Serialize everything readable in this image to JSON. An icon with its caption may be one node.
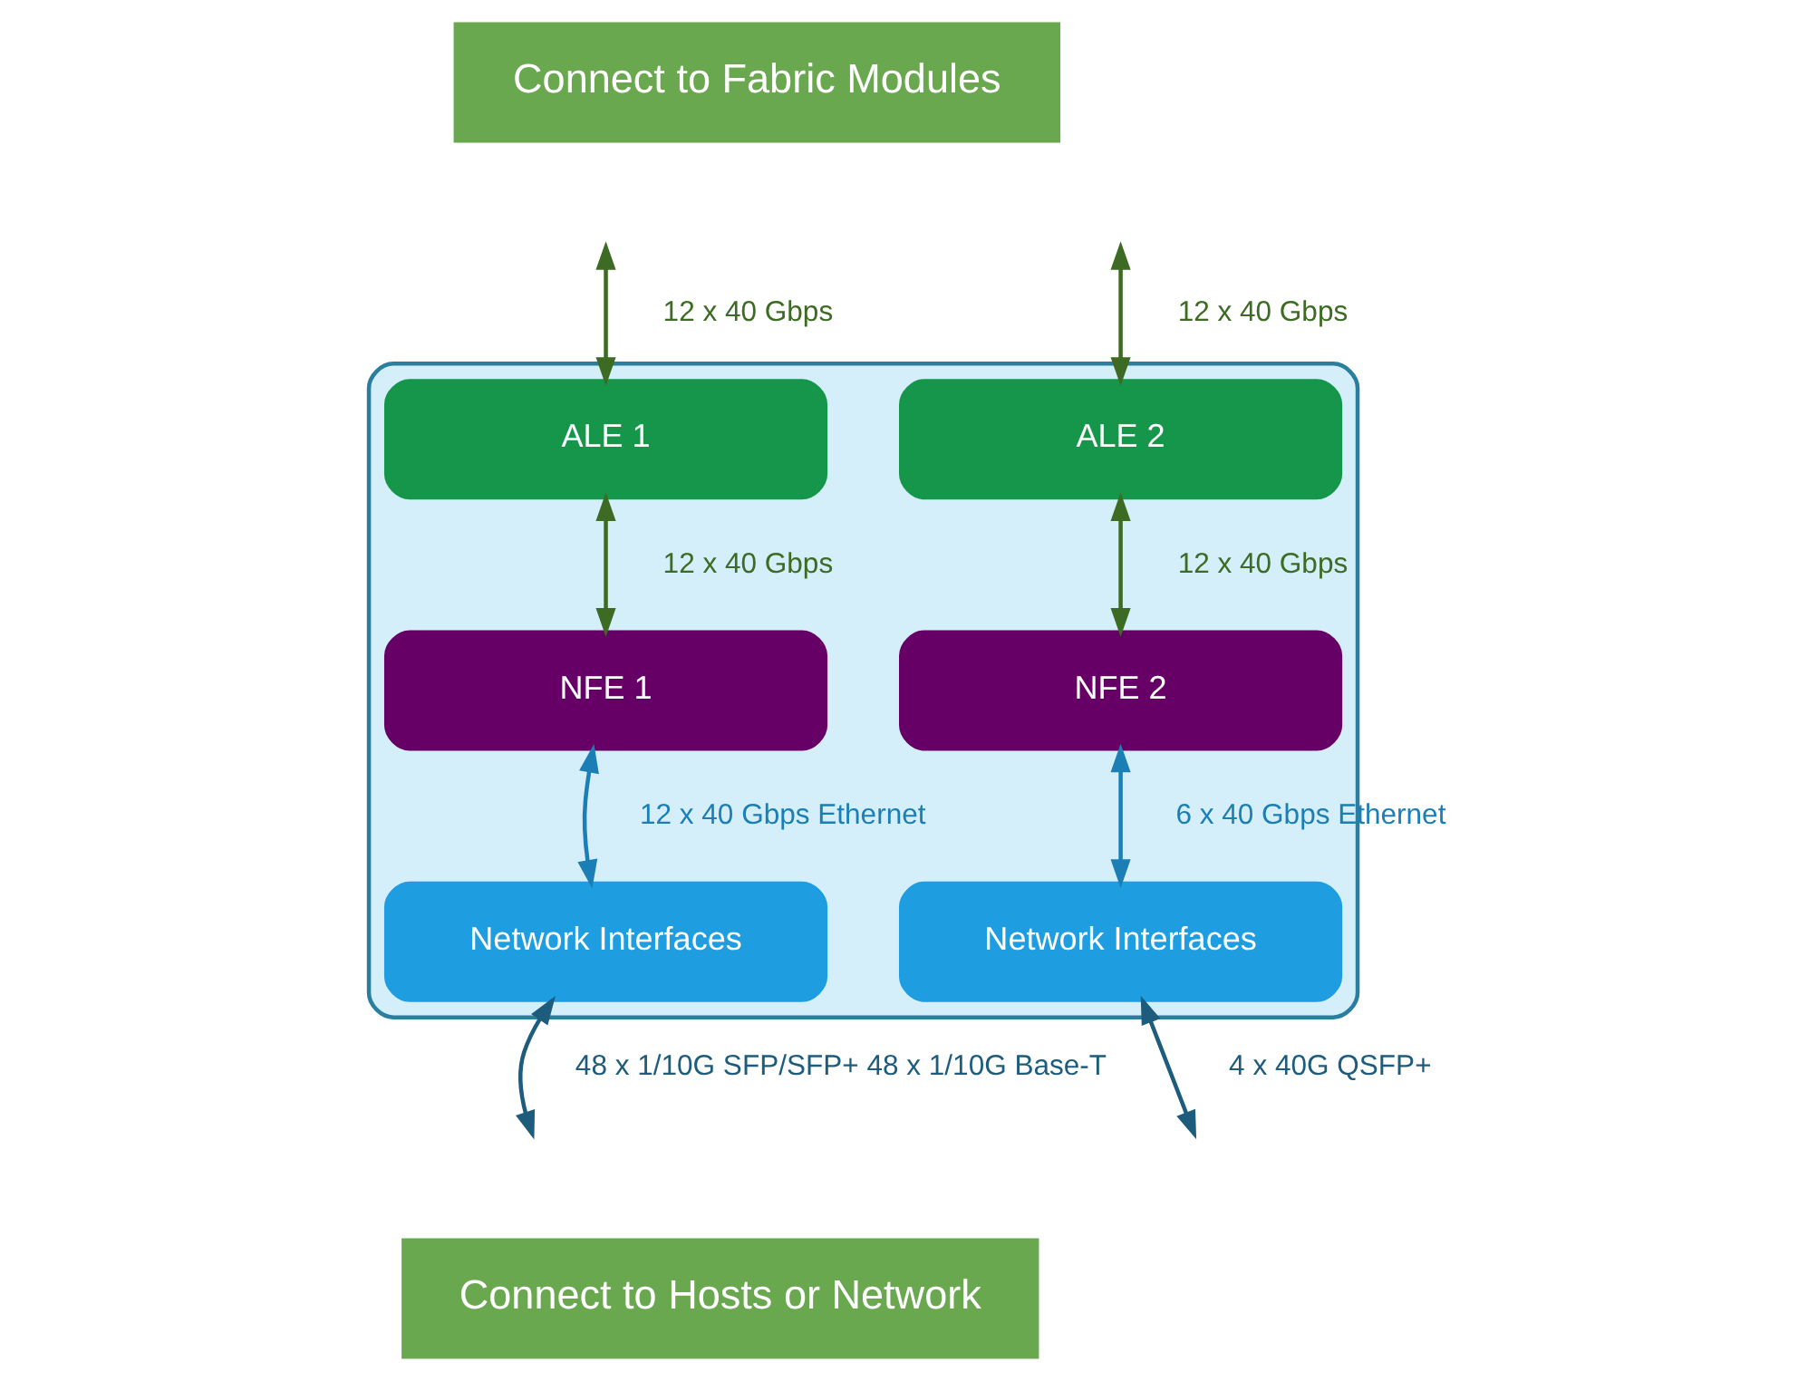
{
  "diagram": {
    "nodes": [
      {
        "text": [
          "Connect to Fabric Modules"
        ]
      },
      {
        "text": [],
        "shape": "box"
      },
      {
        "text": [
          "ALE 1"
        ],
        "in": 1
      },
      {
        "text": [
          "ALE 2"
        ],
        "in": 1
      },
      {
        "text": [
          "NFE 1"
        ],
        "in": 1
      },
      {
        "text": [
          "NFE 2"
        ],
        "in": 1
      },
      {
        "text": [
          "Network Interfaces"
        ],
        "in": 1
      },
      {
        "text": [
          "Network Interfaces"
        ],
        "in": 1
      },
      {
        "text": [
          "Connect to Hosts or Network"
        ]
      }
    ],
    "edges": [
      {
        "from": null,
        "to": 2,
        "arrow": "both",
        "label": "12 x 40 Gbps",
        "color": "#3d6b23"
      },
      {
        "from": null,
        "to": 3,
        "arrow": "both",
        "label": "12 x 40 Gbps",
        "color": "#3d6b23"
      },
      {
        "from": 2,
        "to": 4,
        "arrow": "both",
        "label": "12 x 40 Gbps",
        "color": "#3d6b23"
      },
      {
        "from": 3,
        "to": 5,
        "arrow": "both",
        "label": "12 x 40 Gbps",
        "color": "#3d6b23"
      },
      {
        "from": 4,
        "to": 6,
        "arrow": "both",
        "label": "12 x 40 Gbps Ethernet",
        "color": "#1b7fb5"
      },
      {
        "from": 5,
        "to": 7,
        "arrow": "both",
        "label": "6 x 40 Gbps Ethernet",
        "color": "#1b7fb5"
      },
      {
        "from": 6,
        "to": null,
        "arrow": "both",
        "label": "48 x 1/10G SFP/SFP+ 48 x 1/10G Base-T",
        "color": "#1d5c7c"
      },
      {
        "from": 7,
        "to": null,
        "arrow": "both",
        "label": "4 x 40G QSFP+",
        "color": "#1d5c7c"
      }
    ]
  }
}
